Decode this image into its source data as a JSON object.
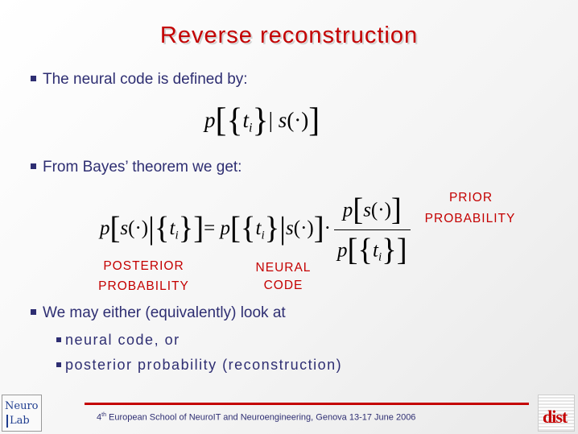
{
  "slide": {
    "title": "Reverse reconstruction",
    "bullets": [
      "The neural code is defined by:",
      "From Bayes’ theorem we get:",
      "We may either (equivalently) look at"
    ],
    "sub_bullets": [
      "neural code, or",
      "posterior probability (reconstruction)"
    ]
  },
  "formula1": {
    "p": "p",
    "t": "t",
    "i": "i",
    "given": "|",
    "s": "s",
    "arg": "(·)"
  },
  "formula2": {
    "p": "p",
    "s": "s",
    "arg": "(·)",
    "t": "t",
    "i": "i",
    "eq": "=",
    "dot": "·"
  },
  "labels": {
    "prior_1": "PRIOR",
    "prior_2": "PROBABILITY",
    "posterior_1": "POSTERIOR",
    "posterior_2": "PROBABILITY",
    "neural_1": "NEURAL",
    "neural_2": "CODE"
  },
  "footer": {
    "num": "4",
    "sup": "th",
    "text": " European School of NeuroIT and Neuroengineering, Genova 13-17 June 2006"
  },
  "logos": {
    "left_1": "Neuro",
    "left_2": "Lab",
    "right": "dist"
  },
  "colors": {
    "title": "#c40000",
    "text": "#2e2e72",
    "label": "#c40000"
  }
}
